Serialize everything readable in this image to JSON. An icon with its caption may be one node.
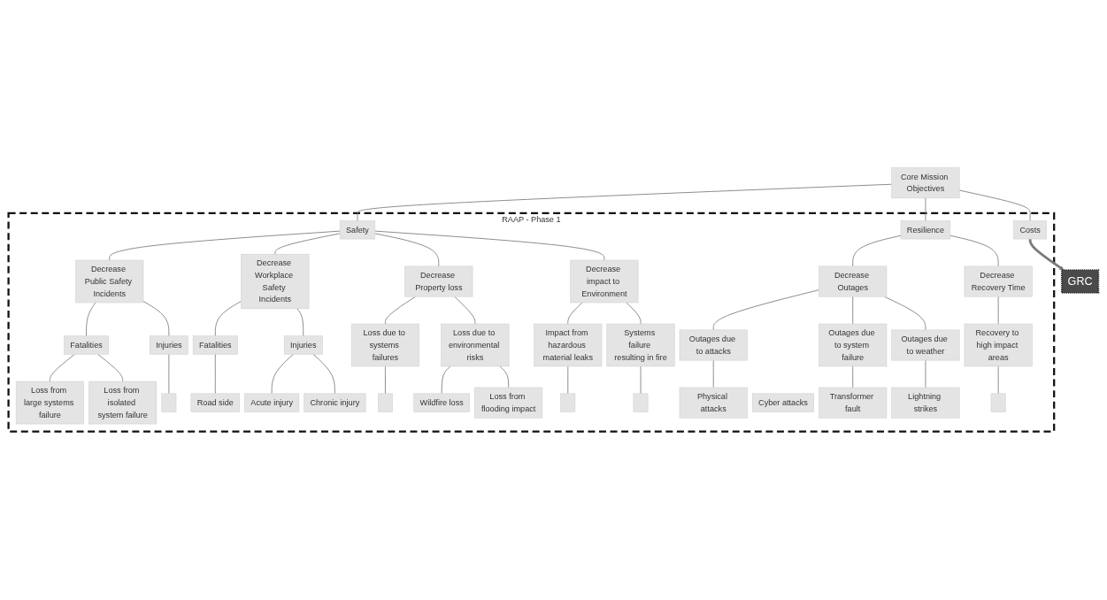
{
  "diagram": {
    "nodes": [
      {
        "text": [
          "Core Mission Objectives"
        ]
      },
      {
        "text": [
          "RAAP - Phase 1"
        ]
      },
      {
        "text": [
          "Safety"
        ],
        "in": 1
      },
      {
        "text": [
          "Resilience"
        ],
        "in": 1
      },
      {
        "text": [
          "Costs"
        ],
        "in": 1
      },
      {
        "text": [
          "GRC"
        ]
      },
      {
        "text": [
          "Decrease Public Safety Incidents"
        ],
        "in": 1
      },
      {
        "text": [
          "Decrease Workplace Safety Incidents"
        ],
        "in": 1
      },
      {
        "text": [
          "Decrease Property loss"
        ],
        "in": 1
      },
      {
        "text": [
          "Decrease impact to Environment"
        ],
        "in": 1
      },
      {
        "text": [
          "Decrease Outages"
        ],
        "in": 1
      },
      {
        "text": [
          "Decrease Recovery Time"
        ],
        "in": 1
      },
      {
        "text": [
          "Fatalities"
        ],
        "in": 1
      },
      {
        "text": [
          "Injuries"
        ],
        "in": 1
      },
      {
        "text": [
          "Fatalities"
        ],
        "in": 1
      },
      {
        "text": [
          "Injuries"
        ],
        "in": 1
      },
      {
        "text": [
          "Loss due to systems failures"
        ],
        "in": 1
      },
      {
        "text": [
          "Loss due to environmental risks"
        ],
        "in": 1
      },
      {
        "text": [
          "Impact from hazardous material leaks"
        ],
        "in": 1
      },
      {
        "text": [
          "Systems failure resulting in fire"
        ],
        "in": 1
      },
      {
        "text": [
          "Outages due to attacks"
        ],
        "in": 1
      },
      {
        "text": [
          "Outages due to system failure"
        ],
        "in": 1
      },
      {
        "text": [
          "Outages due to weather"
        ],
        "in": 1
      },
      {
        "text": [
          "Recovery to high impact areas"
        ],
        "in": 1
      },
      {
        "text": [
          "Loss from large systems failure"
        ],
        "in": 1
      },
      {
        "text": [
          "Loss from isolated system failure"
        ],
        "in": 1
      },
      {
        "text": [],
        "shape": "box",
        "in": 1
      },
      {
        "text": [
          "Road side"
        ],
        "in": 1
      },
      {
        "text": [
          "Acute injury"
        ],
        "in": 1
      },
      {
        "text": [
          "Chronic injury"
        ],
        "in": 1
      },
      {
        "text": [],
        "shape": "box",
        "in": 1
      },
      {
        "text": [
          "Wildfire loss"
        ],
        "in": 1
      },
      {
        "text": [
          "Loss from flooding impact"
        ],
        "in": 1
      },
      {
        "text": [],
        "shape": "box",
        "in": 1
      },
      {
        "text": [],
        "shape": "box",
        "in": 1
      },
      {
        "text": [
          "Physical attacks"
        ],
        "in": 1
      },
      {
        "text": [
          "Cyber attacks"
        ],
        "in": 1
      },
      {
        "text": [
          "Transformer fault"
        ],
        "in": 1
      },
      {
        "text": [
          "Lightning strikes"
        ],
        "in": 1
      },
      {
        "text": [],
        "shape": "box",
        "in": 1
      }
    ],
    "edges": [
      {
        "from": 0,
        "to": 2,
        "arrow": "none"
      },
      {
        "from": 0,
        "to": 3,
        "arrow": "none"
      },
      {
        "from": 0,
        "to": 4,
        "arrow": "none"
      },
      {
        "from": 4,
        "to": 5,
        "arrow": "to",
        "style": "thick"
      },
      {
        "from": 2,
        "to": 6,
        "arrow": "none"
      },
      {
        "from": 2,
        "to": 7,
        "arrow": "none"
      },
      {
        "from": 2,
        "to": 8,
        "arrow": "none"
      },
      {
        "from": 2,
        "to": 9,
        "arrow": "none"
      },
      {
        "from": 3,
        "to": 10,
        "arrow": "none"
      },
      {
        "from": 3,
        "to": 11,
        "arrow": "none"
      },
      {
        "from": 6,
        "to": 12,
        "arrow": "none"
      },
      {
        "from": 6,
        "to": 13,
        "arrow": "none"
      },
      {
        "from": 7,
        "to": 14,
        "arrow": "none"
      },
      {
        "from": 7,
        "to": 15,
        "arrow": "none"
      },
      {
        "from": 8,
        "to": 16,
        "arrow": "none"
      },
      {
        "from": 8,
        "to": 17,
        "arrow": "none"
      },
      {
        "from": 9,
        "to": 18,
        "arrow": "none"
      },
      {
        "from": 9,
        "to": 19,
        "arrow": "none"
      },
      {
        "from": 10,
        "to": 20,
        "arrow": "none"
      },
      {
        "from": 10,
        "to": 21,
        "arrow": "none"
      },
      {
        "from": 10,
        "to": 22,
        "arrow": "none"
      },
      {
        "from": 11,
        "to": 23,
        "arrow": "none"
      },
      {
        "from": 12,
        "to": 24,
        "arrow": "none"
      },
      {
        "from": 12,
        "to": 25,
        "arrow": "none"
      },
      {
        "from": 13,
        "to": 26,
        "arrow": "none"
      },
      {
        "from": 14,
        "to": 27,
        "arrow": "none"
      },
      {
        "from": 15,
        "to": 28,
        "arrow": "none"
      },
      {
        "from": 15,
        "to": 29,
        "arrow": "none"
      },
      {
        "from": 16,
        "to": 30,
        "arrow": "none"
      },
      {
        "from": 17,
        "to": 31,
        "arrow": "none"
      },
      {
        "from": 17,
        "to": 32,
        "arrow": "none"
      },
      {
        "from": 18,
        "to": 33,
        "arrow": "none"
      },
      {
        "from": 19,
        "to": 34,
        "arrow": "none"
      },
      {
        "from": 20,
        "to": 35,
        "arrow": "none"
      },
      {
        "from": 21,
        "to": 37,
        "arrow": "none"
      },
      {
        "from": 22,
        "to": 38,
        "arrow": "none"
      },
      {
        "from": 23,
        "to": 39,
        "arrow": "none"
      }
    ]
  }
}
